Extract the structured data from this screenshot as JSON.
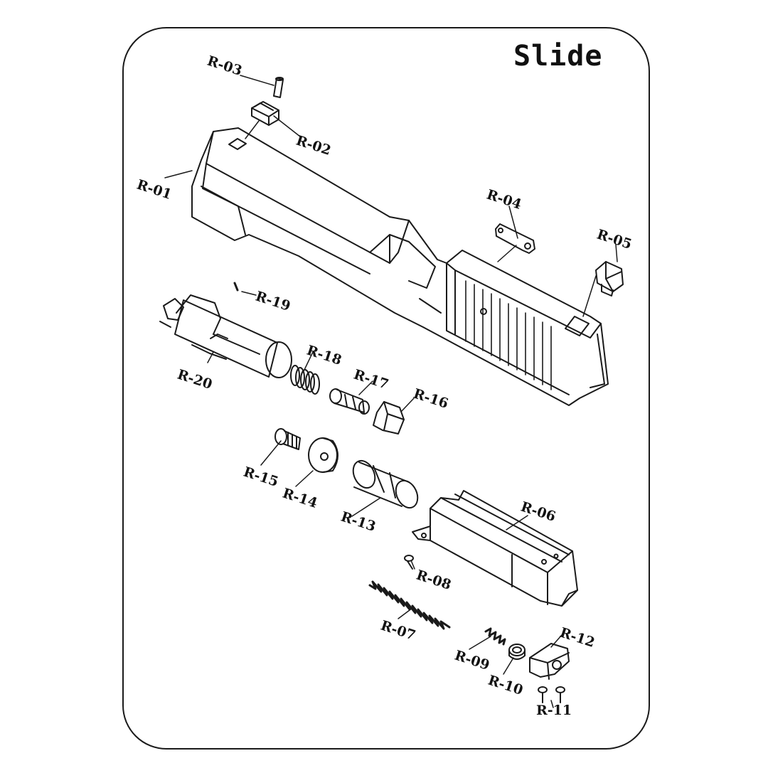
{
  "title": "Slide",
  "parts": {
    "r01": "R-01",
    "r02": "R-02",
    "r03": "R-03",
    "r04": "R-04",
    "r05": "R-05",
    "r06": "R-06",
    "r07": "R-07",
    "r08": "R-08",
    "r09": "R-09",
    "r10": "R-10",
    "r11": "R-11",
    "r12": "R-12",
    "r13": "R-13",
    "r14": "R-14",
    "r15": "R-15",
    "r16": "R-16",
    "r17": "R-17",
    "r18": "R-18",
    "r19": "R-19",
    "r20": "R-20"
  },
  "colors": {
    "line": "#1a1a1a",
    "background": "#ffffff"
  }
}
